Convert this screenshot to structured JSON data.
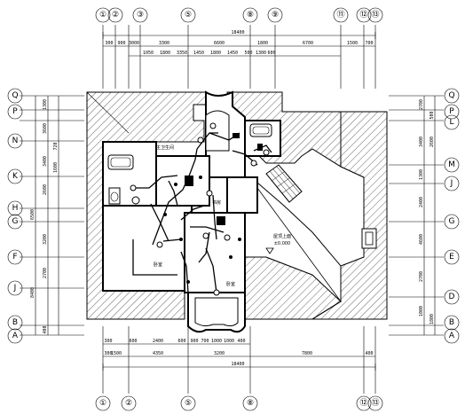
{
  "axes_top": [
    "①",
    "②",
    "③",
    "⑤",
    "⑧",
    "⑨",
    "⑪",
    "⑫",
    "⑬"
  ],
  "axes_bottom": [
    "①",
    "②",
    "⑤",
    "⑧",
    "⑫",
    "⑬"
  ],
  "axes_left": [
    "Q",
    "P",
    "N",
    "K",
    "H",
    "G",
    "F",
    "J",
    "B",
    "A"
  ],
  "axes_right": [
    "Q",
    "P",
    "L",
    "M",
    "J",
    "G",
    "E",
    "D",
    "B",
    "A"
  ],
  "dims_top_total": "18400",
  "dims_top_row1": [
    "300",
    "900",
    "3000",
    "3300",
    "6600",
    "1800",
    "6700",
    "1500",
    "700"
  ],
  "dims_top_row2": [
    "1050",
    "1800",
    "3350",
    "1450",
    "1800",
    "1450",
    "500",
    "1300",
    "600"
  ],
  "dims_bottom_row1": [
    "300",
    "600",
    "2400",
    "600",
    "900",
    "700",
    "1000",
    "1000",
    "400"
  ],
  "dims_bottom_row2": [
    "300",
    "1500",
    "4350",
    "3200",
    "7800",
    "400"
  ],
  "dims_bottom_total": "18400",
  "dims_left": [
    "1300",
    "3600",
    "720",
    "3400",
    "1600",
    "2600",
    "3200",
    "2700",
    "400",
    "6500",
    "8400"
  ],
  "dims_right": [
    "2700",
    "500",
    "3400",
    "2600",
    "1300",
    "2400",
    "4600",
    "2700",
    "1000",
    "1800"
  ],
  "rooms": {
    "master_bath": "主卫生间",
    "bedroom_a": "卧室",
    "bedroom_b": "卧室",
    "study": "书房",
    "terrace": "屋顶上面",
    "terrace_level": "±0.000"
  },
  "icons": [
    "light-fixture-icon",
    "distribution-box-icon",
    "switch-icon",
    "bathtub-icon",
    "toilet-icon",
    "sink-icon",
    "chimney-icon",
    "stair-icon"
  ]
}
